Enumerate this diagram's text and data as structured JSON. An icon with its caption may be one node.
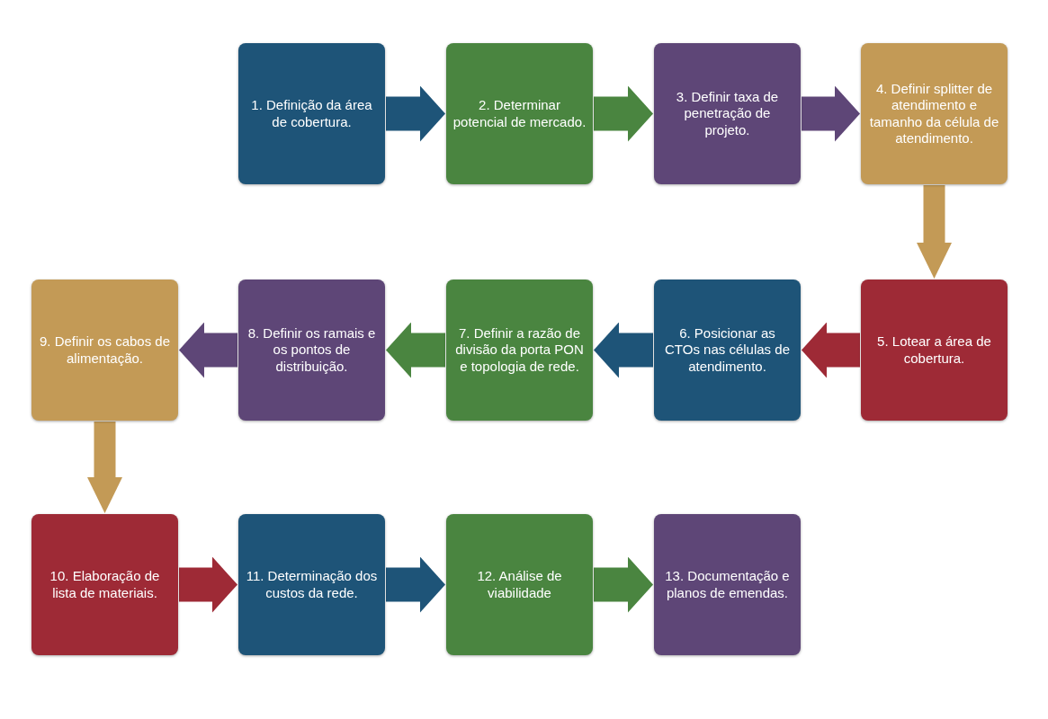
{
  "diagram": {
    "nodes": [
      {
        "text": [
          "1. Definição da área de cobertura."
        ]
      },
      {
        "text": [
          "2. Determinar potencial de mercado."
        ]
      },
      {
        "text": [
          "3. Definir taxa de penetração de projeto."
        ]
      },
      {
        "text": [
          "4. Definir splitter de atendimento e tamanho da célula de atendimento."
        ]
      },
      {
        "text": [
          "5. Lotear a área de cobertura."
        ]
      },
      {
        "text": [
          "6. Posicionar as CTOs nas células de atendimento."
        ]
      },
      {
        "text": [
          "7. Definir a razão de divisão da porta PON e topologia de rede."
        ]
      },
      {
        "text": [
          "8. Definir os ramais e os pontos de distribuição."
        ]
      },
      {
        "text": [
          "9. Definir os cabos de alimentação."
        ]
      },
      {
        "text": [
          "10. Elaboração de lista de materiais."
        ]
      },
      {
        "text": [
          "11. Determinação dos custos da rede."
        ]
      },
      {
        "text": [
          "12. Análise de viabilidade"
        ]
      },
      {
        "text": [
          "13. Documentação e planos de emendas."
        ]
      }
    ],
    "edges": [
      {
        "from": 0,
        "to": 1,
        "arrow": "to",
        "color": "#1e5478"
      },
      {
        "from": 1,
        "to": 2,
        "arrow": "to",
        "color": "#4a8540"
      },
      {
        "from": 2,
        "to": 3,
        "arrow": "to",
        "color": "#5e4677"
      },
      {
        "from": 3,
        "to": 4,
        "arrow": "to",
        "color": "#c39a56"
      },
      {
        "from": 4,
        "to": 5,
        "arrow": "to",
        "color": "#9e2a36"
      },
      {
        "from": 5,
        "to": 6,
        "arrow": "to",
        "color": "#1e5478"
      },
      {
        "from": 6,
        "to": 7,
        "arrow": "to",
        "color": "#4a8540"
      },
      {
        "from": 7,
        "to": 8,
        "arrow": "to",
        "color": "#5e4677"
      },
      {
        "from": 8,
        "to": 9,
        "arrow": "to",
        "color": "#c39a56"
      },
      {
        "from": 9,
        "to": 10,
        "arrow": "to",
        "color": "#9e2a36"
      },
      {
        "from": 10,
        "to": 11,
        "arrow": "to",
        "color": "#1e5478"
      },
      {
        "from": 11,
        "to": 12,
        "arrow": "to",
        "color": "#4a8540"
      }
    ]
  }
}
